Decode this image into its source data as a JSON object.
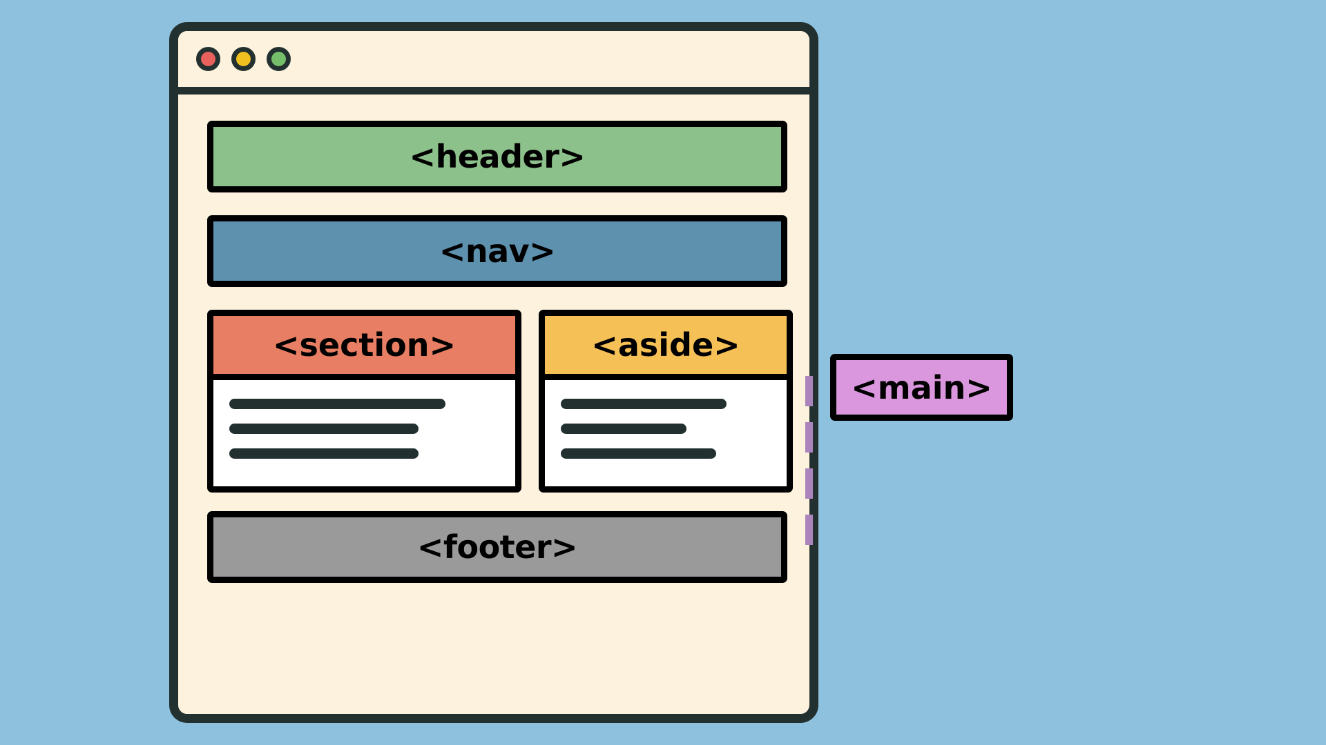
{
  "page": {
    "background_color": "#8EC1DE",
    "title": "HTML5 semantic layout diagram"
  },
  "window": {
    "frame_color": "#22302F",
    "surface_color": "#FDF2DD",
    "titlebar": {
      "traffic_lights": [
        {
          "name": "close",
          "color": "#E8615C"
        },
        {
          "name": "minimize",
          "color": "#F0C020"
        },
        {
          "name": "maximize",
          "color": "#76BF6A"
        }
      ]
    }
  },
  "blocks": {
    "header": {
      "label": "<header>",
      "color": "#8DC18B"
    },
    "nav": {
      "label": "<nav>",
      "color": "#5E91AE"
    },
    "section": {
      "label": "<section>",
      "color": "#E87E63",
      "lines": [
        {
          "width_pct": 80
        },
        {
          "width_pct": 70
        },
        {
          "width_pct": 70
        }
      ]
    },
    "aside": {
      "label": "<aside>",
      "color": "#F5C056",
      "lines": [
        {
          "width_pct": 79
        },
        {
          "width_pct": 60
        },
        {
          "width_pct": 74
        }
      ]
    },
    "footer": {
      "label": "<footer>",
      "color": "#9A9A9A"
    },
    "main": {
      "label": "<main>",
      "color": "#DB97DE",
      "connector_color": "#AC84BC",
      "connector_dashes": 4
    }
  },
  "line_color": "#22302F",
  "outline_color": "#000000"
}
